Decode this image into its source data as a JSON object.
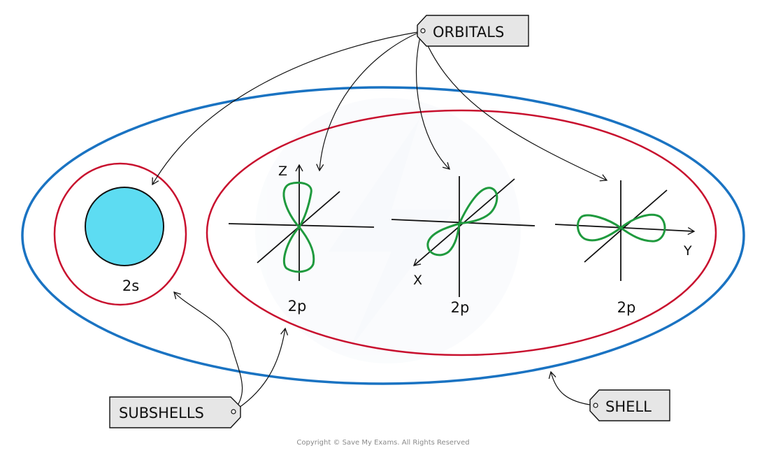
{
  "colors": {
    "shell": "#1a73c2",
    "subshell": "#c8102e",
    "orbital_lobe": "#1f9a3e",
    "s_orbital_fill": "#5ddcf2",
    "axis": "#111111",
    "tag_fill": "#e6e6e6",
    "watermark": "#f2f6fa"
  },
  "tags": {
    "orbitals": "ORBITALS",
    "subshells": "SUBSHELLS",
    "shell": "SHELL"
  },
  "subshell_labels": {
    "s": "2s",
    "p1": "2p",
    "p2": "2p",
    "p3": "2p"
  },
  "axis_labels": {
    "z": "Z",
    "x": "X",
    "y": "Y"
  },
  "copyright": "Copyright © Save My Exams. All Rights Reserved"
}
